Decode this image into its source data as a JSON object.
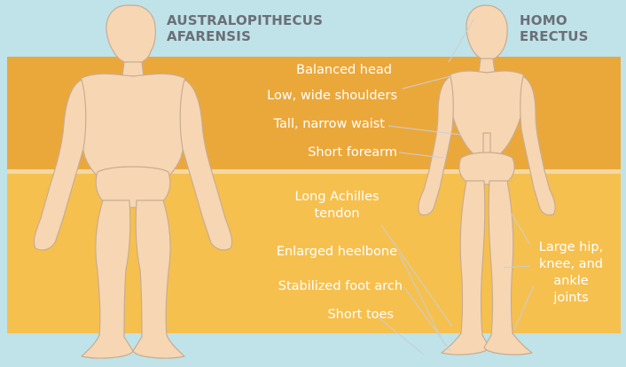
{
  "species": {
    "left": {
      "name_line1": "AUSTRALOPITHECUS",
      "name_line2": "AFARENSIS"
    },
    "right": {
      "name_line1": "HOMO",
      "name_line2": "ERECTUS"
    }
  },
  "upper_body_labels": [
    "Balanced head",
    "Low, wide shoulders",
    "Tall, narrow waist",
    "Short forearm"
  ],
  "lower_body_labels": {
    "achilles_line1": "Long Achilles",
    "achilles_line2": "tendon",
    "heelbone": "Enlarged heelbone",
    "foot_arch": "Stabilized foot arch",
    "toes": "Short toes",
    "joints_line1": "Large hip,",
    "joints_line2": "knee, and",
    "joints_line3": "ankle",
    "joints_line4": "joints"
  },
  "colors": {
    "background": "#bfe3e8",
    "upper_band": "#eba83a",
    "lower_band": "#f6c04f",
    "bone_fill": "#f7d6b4",
    "bone_stroke": "#c8ac90",
    "title_text": "#6b6f78",
    "label_text": "#ffffff",
    "leader_line": "#c8cfd6"
  }
}
